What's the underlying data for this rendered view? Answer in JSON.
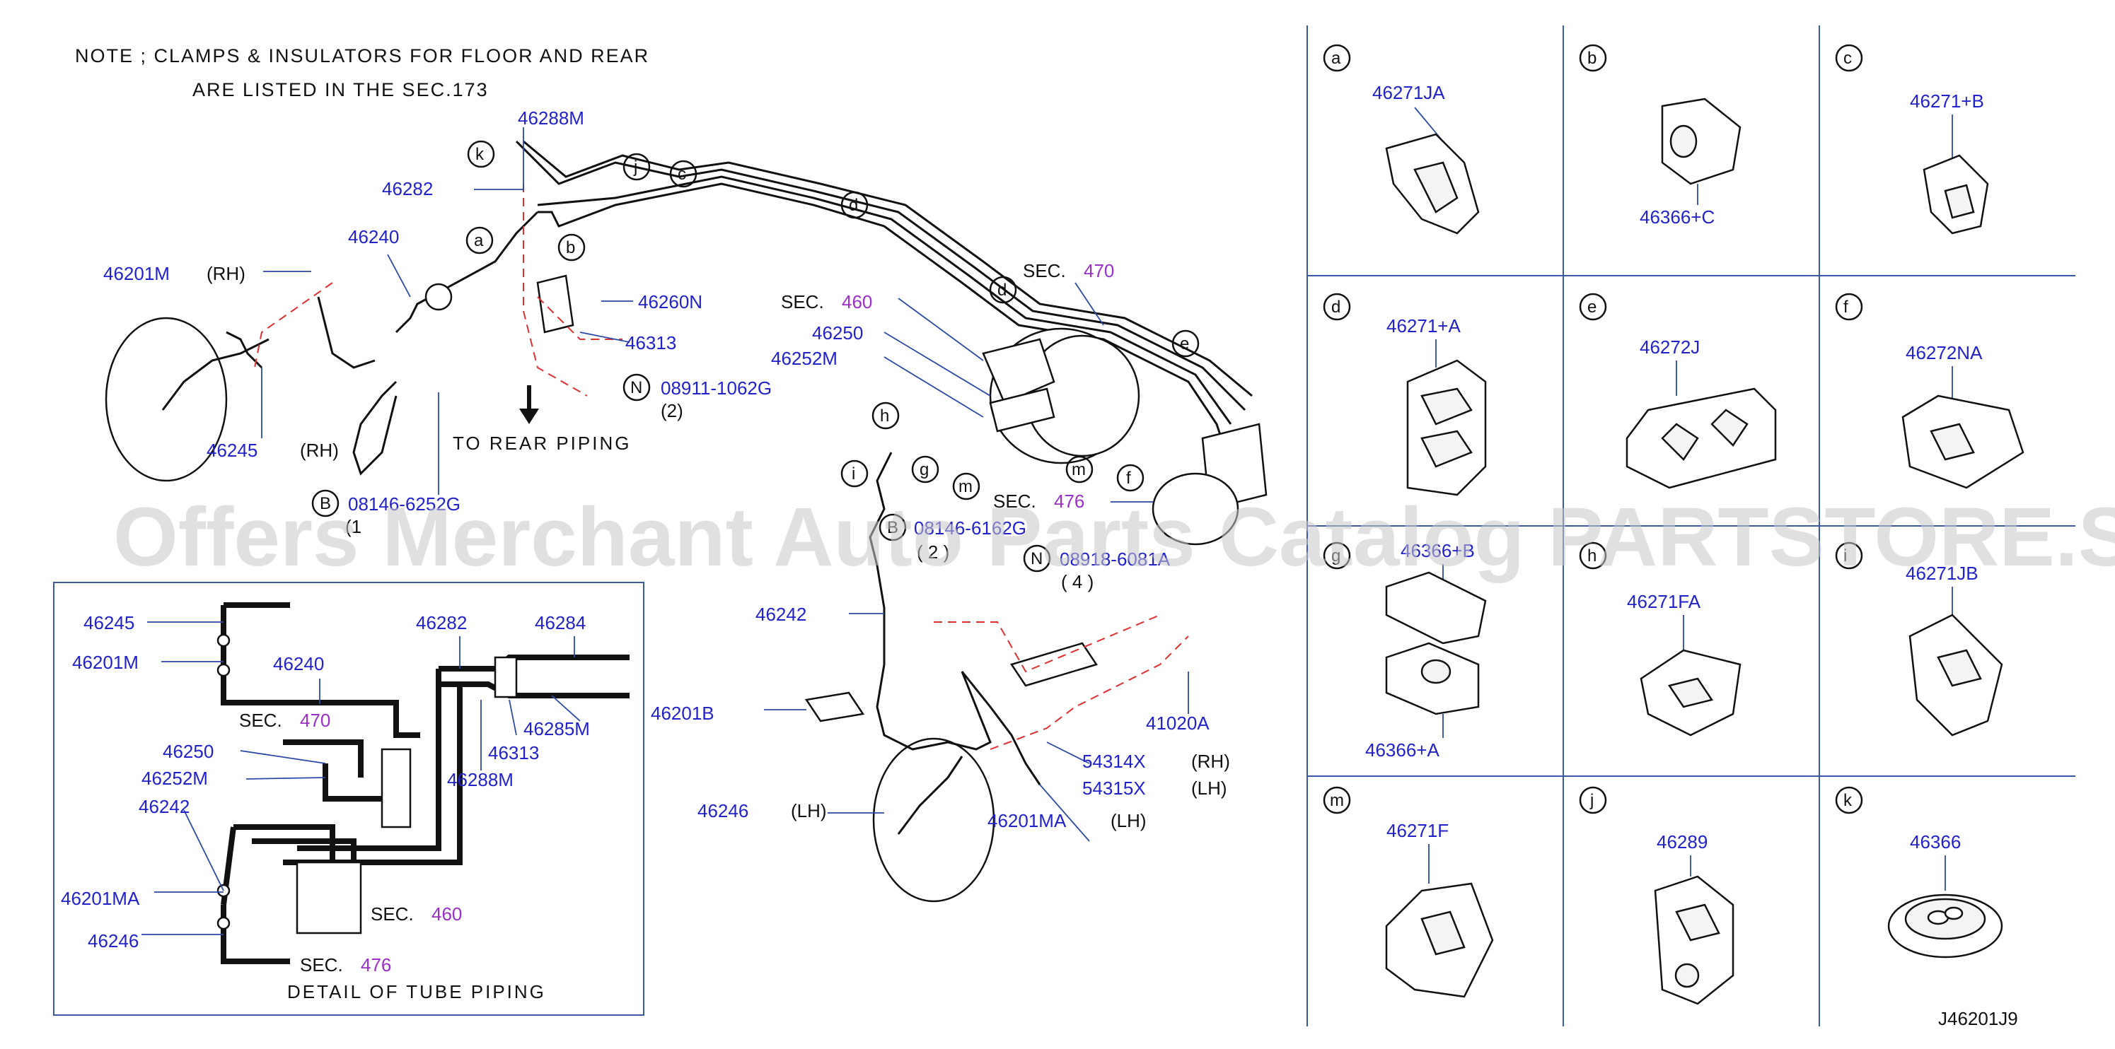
{
  "note": {
    "line1": "NOTE ; CLAMPS & INSULATORS FOR FLOOR AND REAR",
    "line2": "ARE LISTED IN THE SEC.173"
  },
  "watermark": "Offers Merchant Auto Parts Catalog PARTSTORE.SA",
  "diagram_code": "J46201J9",
  "main": {
    "to_rear_piping": "TO REAR PIPING",
    "p46288M": "46288M",
    "p46282": "46282",
    "p46201M": "46201M",
    "rh1": "(RH)",
    "p46240": "46240",
    "p46260N": "46260N",
    "p46313": "46313",
    "n_08911": "08911-1062G",
    "qty2a": "(2)",
    "p46245": "46245",
    "rh2": "(RH)",
    "b_08146": "08146-6252G",
    "qty1": "(1",
    "sec_word": "SEC.",
    "sec460": "460",
    "sec470": "470",
    "sec476": "476",
    "p46250": "46250",
    "p46252M": "46252M",
    "b_081_lh": "08146-6162G",
    "qty2b": "( 2 )",
    "n_08918": "08918-6081A",
    "qty4": "( 4 )",
    "p46242": "46242",
    "p41020A": "41020A",
    "p46201B": "46201B",
    "p54314X": "54314X",
    "rh3": "(RH)",
    "p54315X": "54315X",
    "lh1": "(LH)",
    "p46246": "46246",
    "lh2": "(LH)",
    "p46201MA": "46201MA",
    "lh3": "(LH)",
    "circ_B": "B",
    "circ_N": "N"
  },
  "callouts": [
    "k",
    "j",
    "c",
    "d",
    "a",
    "b",
    "d",
    "e",
    "h",
    "g",
    "m",
    "m",
    "f",
    "i"
  ],
  "detail": {
    "title": "DETAIL OF TUBE PIPING",
    "p46245": "46245",
    "p46201M": "46201M",
    "p46240": "46240",
    "p46282": "46282",
    "p46284": "46284",
    "p46285M": "46285M",
    "p46313": "46313",
    "p46288M": "46288M",
    "p46250": "46250",
    "p46252M": "46252M",
    "p46242": "46242",
    "p46201MA": "46201MA",
    "p46246": "46246",
    "sec_word": "SEC.",
    "sec470": "470",
    "sec460": "460",
    "sec476": "476"
  },
  "clamps": [
    {
      "letter": "a",
      "part": "46271JA"
    },
    {
      "letter": "b",
      "part": "46366+C"
    },
    {
      "letter": "c",
      "part": "46271+B"
    },
    {
      "letter": "d",
      "part": "46271+A"
    },
    {
      "letter": "e",
      "part": "46272J"
    },
    {
      "letter": "f",
      "part": "46272NA"
    },
    {
      "letter": "g",
      "part": "46366+B",
      "part2": "46366+A"
    },
    {
      "letter": "h",
      "part": "46271FA"
    },
    {
      "letter": "i",
      "part": "46271JB"
    },
    {
      "letter": "m",
      "part": "46271F"
    },
    {
      "letter": "j",
      "part": "46289"
    },
    {
      "letter": "k",
      "part": "46366"
    }
  ],
  "colors": {
    "part_no": "#2222cc",
    "sec_no": "#9b2fc9",
    "grid": "#3a5aa8",
    "dashed": "#e03030"
  }
}
